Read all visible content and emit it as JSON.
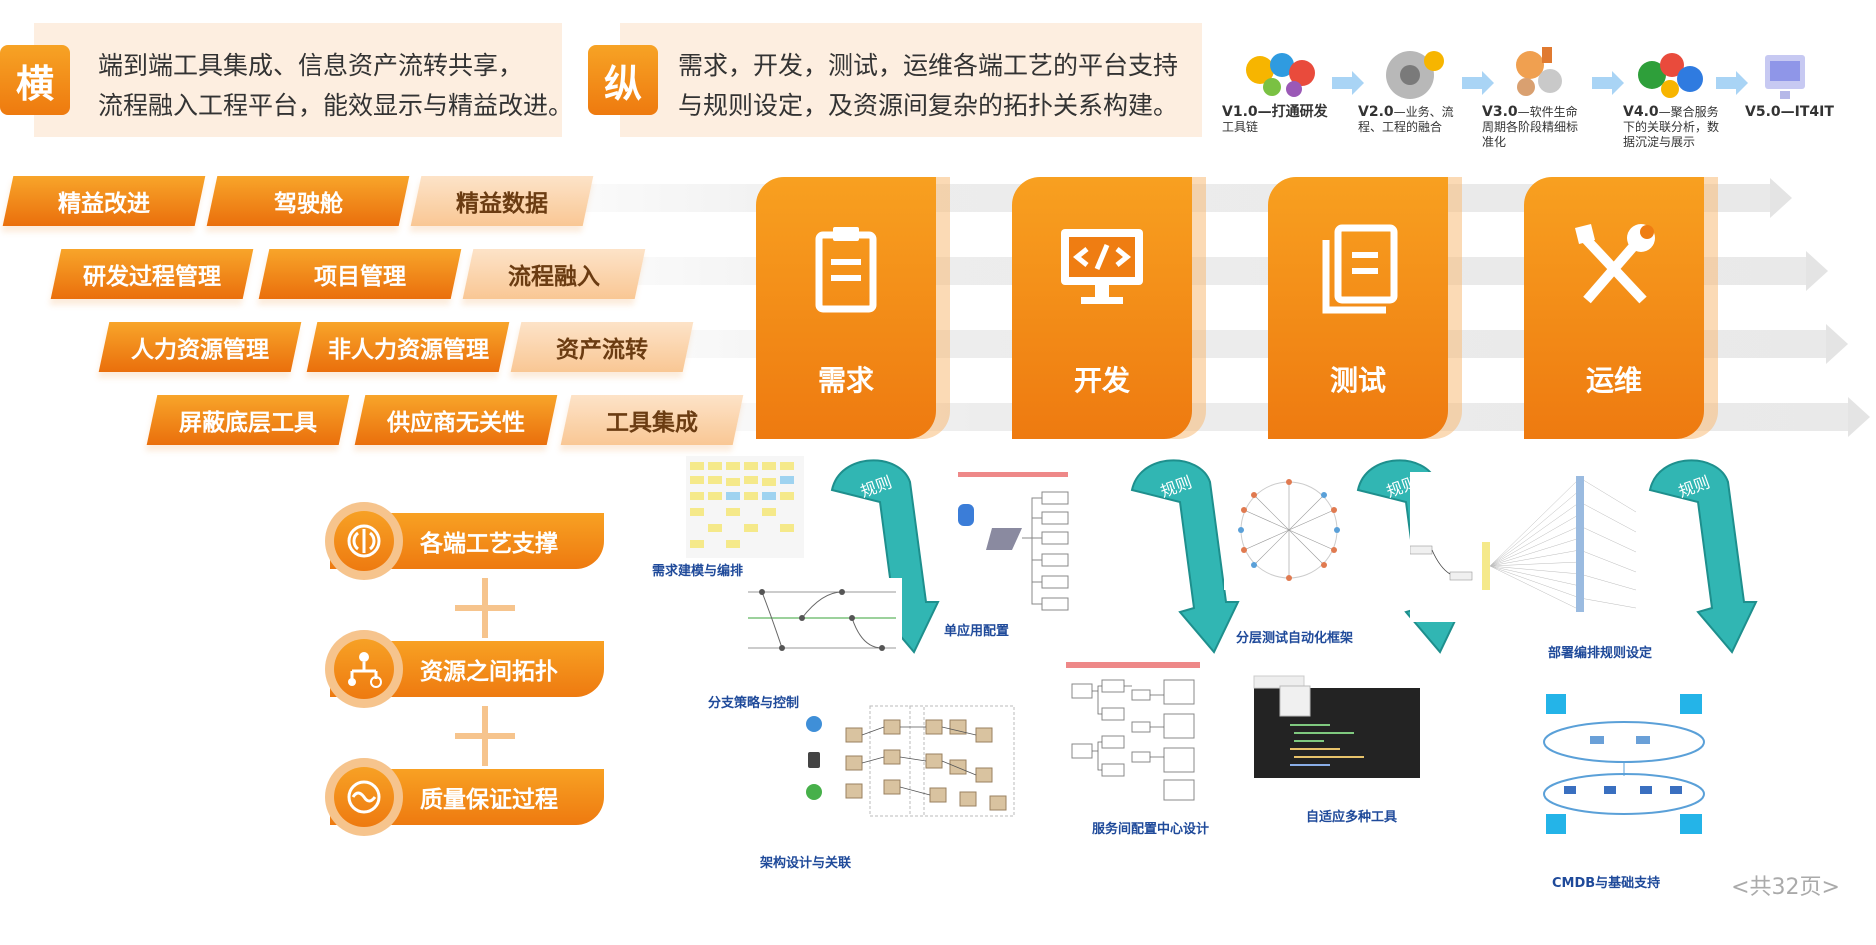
{
  "header": {
    "horizontal": {
      "badge": "横",
      "line1": "端到端工具集成、信息资产流转共享，",
      "line2": "流程融入工程平台，能效显示与精益改进。"
    },
    "vertical": {
      "badge": "纵",
      "line1": "需求，开发，测试，运维各端工艺的平台支持",
      "line2": "与规则设定，及资源间复杂的拓扑关系构建。"
    }
  },
  "versions": [
    {
      "code": "V1.0",
      "line1": "—打通研发",
      "line2": "工具链",
      "line3": ""
    },
    {
      "code": "V2.0",
      "line1": "—业务、流",
      "line2": "程、工程的融合",
      "line3": ""
    },
    {
      "code": "V3.0",
      "line1": "—软件生命",
      "line2": "周期各阶段精细标",
      "line3": "准化"
    },
    {
      "code": "V4.0",
      "line1": "—聚合服务",
      "line2": "下的关联分析，数",
      "line3": "据沉淀与展示"
    },
    {
      "code": "V5.0",
      "line1": "—IT4IT",
      "line2": "",
      "line3": ""
    }
  ],
  "tags": {
    "row1": [
      "精益改进",
      "驾驶舱",
      "精益数据"
    ],
    "row2": [
      "研发过程管理",
      "项目管理",
      "流程融入"
    ],
    "row3": [
      "人力资源管理",
      "非人力资源管理",
      "资产流转"
    ],
    "row4": [
      "屏蔽底层工具",
      "供应商无关性",
      "工具集成"
    ]
  },
  "stages": [
    "需求",
    "开发",
    "测试",
    "运维"
  ],
  "pillars": [
    "各端工艺支撑",
    "资源之间拓扑",
    "质量保证过程"
  ],
  "rule_label": "规则",
  "captions": {
    "c1": "需求建模与编排",
    "c2": "分支策略与控制",
    "c3": "架构设计与关联",
    "c4": "单应用配置",
    "c5": "服务间配置中心设计",
    "c6": "分层测试自动化框架",
    "c7": "自适应多种工具",
    "c8": "部署编排规则设定",
    "c9": "CMDB与基础支持"
  },
  "page_number": "<共32页>",
  "colors": {
    "orange": "#ee7a10",
    "light_orange": "#f6c48d",
    "teal": "#2cb3b0",
    "caption_blue": "#1f4a9a"
  }
}
